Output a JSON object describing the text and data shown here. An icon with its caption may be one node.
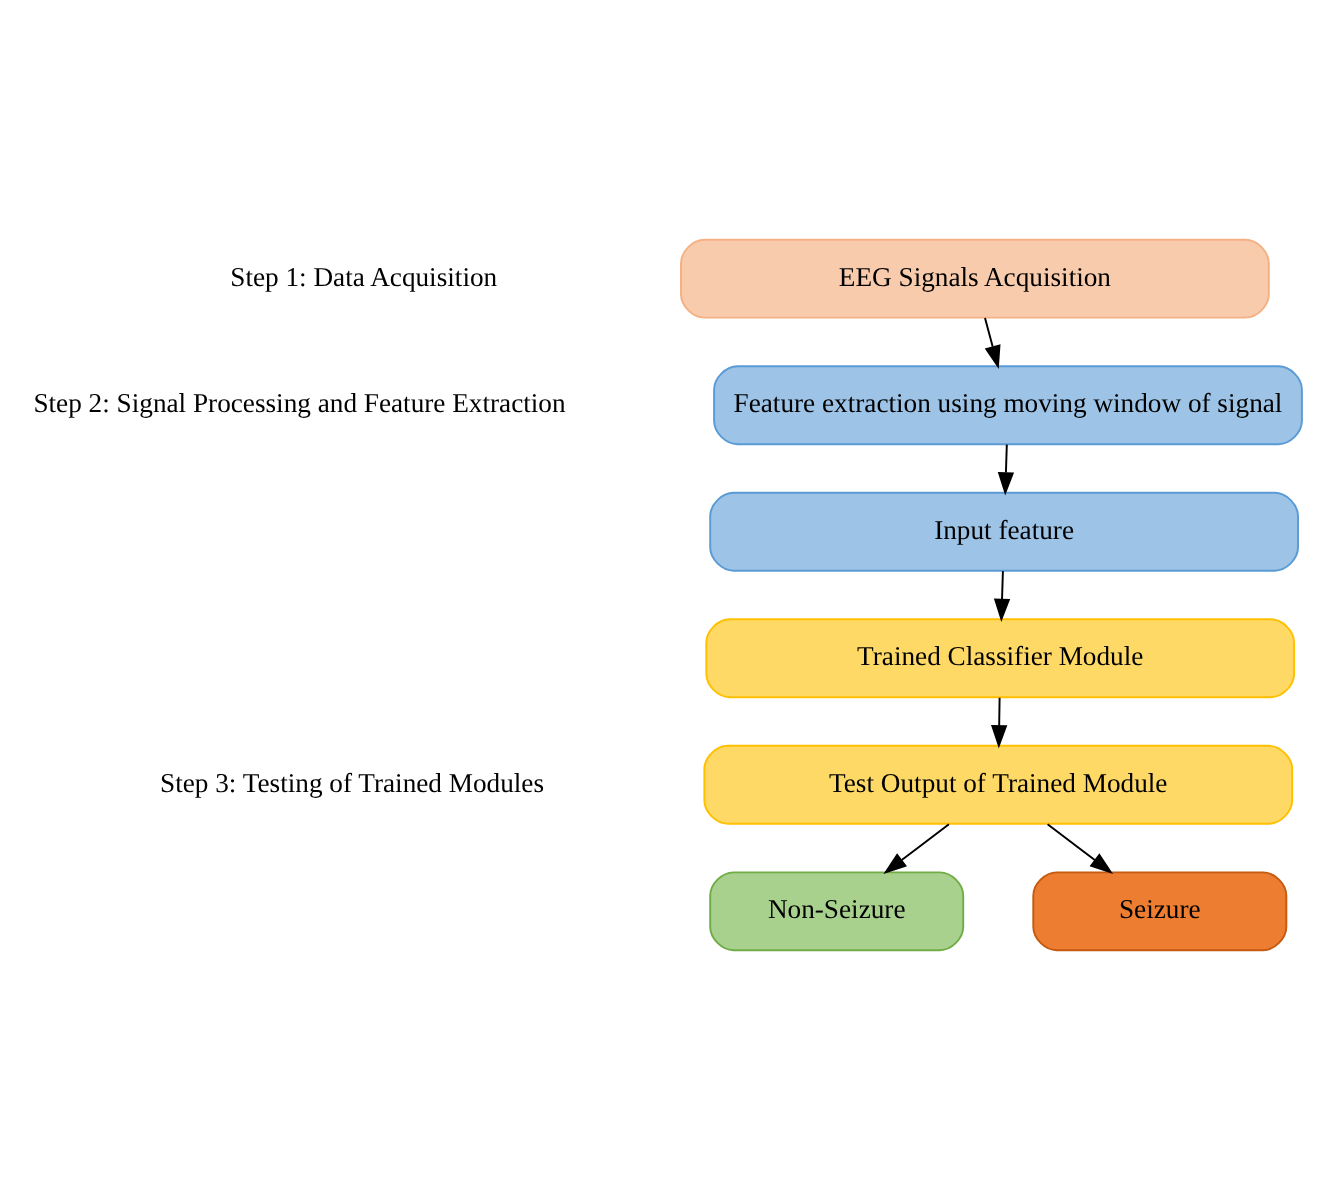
{
  "diagram": {
    "nodes": [
      {
        "text": [
          "EEG Signals Acquisition"
        ]
      },
      {
        "text": [
          "Feature extraction using moving window of signal"
        ]
      },
      {
        "text": [
          "Input feature"
        ]
      },
      {
        "text": [
          "Trained Classifier Module"
        ]
      },
      {
        "text": [
          "Test Output of Trained Module"
        ]
      },
      {
        "text": [
          "Non-Seizure"
        ]
      },
      {
        "text": [
          "Seizure"
        ]
      }
    ],
    "edges": [
      {
        "from": 0,
        "to": 1,
        "arrow": "to"
      },
      {
        "from": 1,
        "to": 2,
        "arrow": "to"
      },
      {
        "from": 2,
        "to": 3,
        "arrow": "to"
      },
      {
        "from": 3,
        "to": 4,
        "arrow": "to"
      },
      {
        "from": 4,
        "to": 5,
        "arrow": "to"
      },
      {
        "from": 4,
        "to": 6,
        "arrow": "to"
      }
    ],
    "labels": [
      "Step 1: Data Acquisition",
      "Step 2: Signal Processing and Feature Extraction",
      "Step 3: Testing of Trained Modules"
    ]
  }
}
